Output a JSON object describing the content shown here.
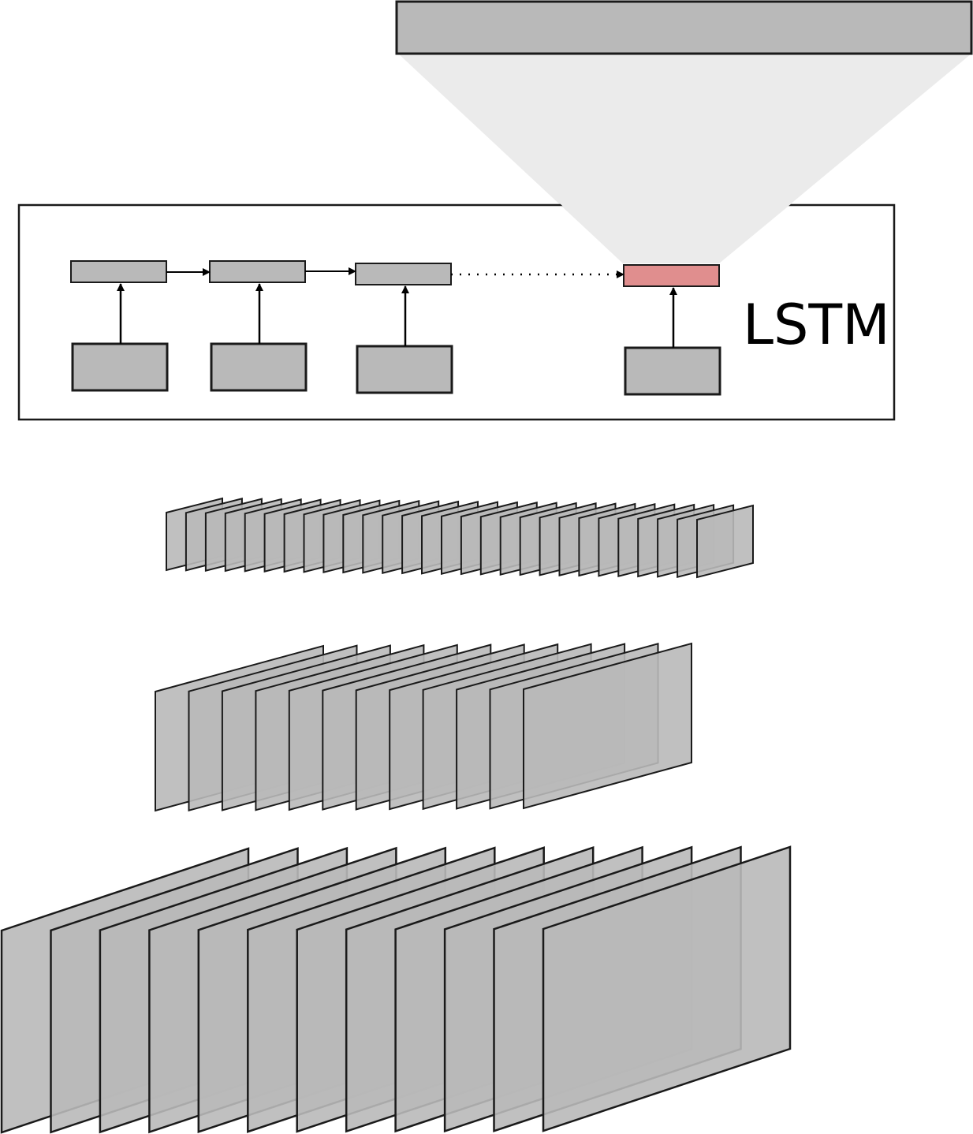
{
  "lstm": {
    "label": "LSTM",
    "time_steps_shown": 4,
    "hidden_state_ellipsis": true,
    "highlighted_step": 4
  },
  "conv_stacks": [
    {
      "feature_maps": 28
    },
    {
      "feature_maps": 12
    },
    {
      "feature_maps": 12
    }
  ],
  "colors": {
    "block_fill": "#b9b9b9",
    "highlight_fill": "#e08e8e",
    "projection_fill": "#ebebeb",
    "stroke": "#1a1a1a"
  }
}
